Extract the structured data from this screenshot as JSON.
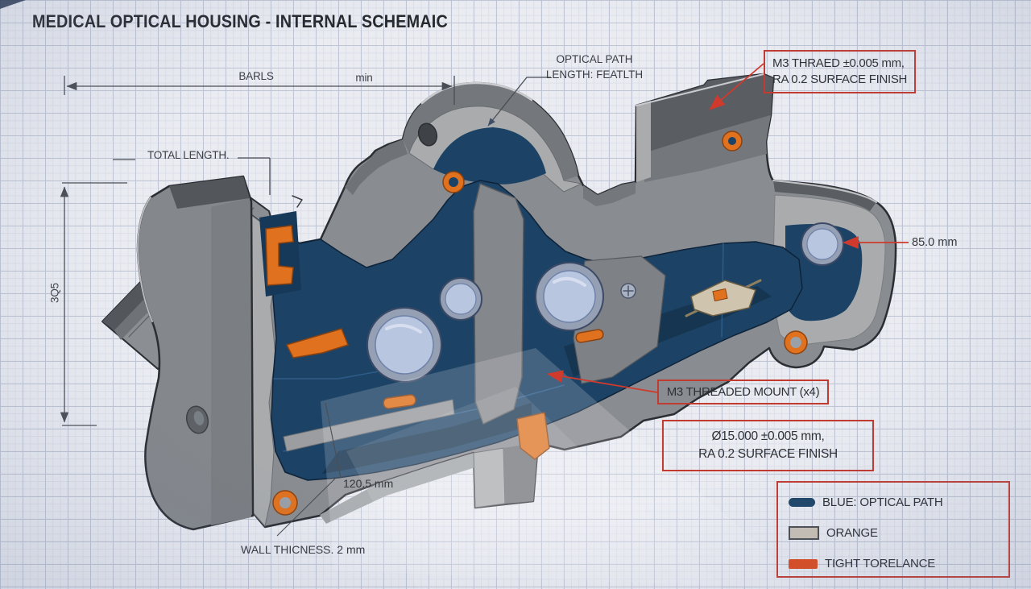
{
  "header": {
    "title": "MEDICAL OPTICAL HOUSING - INTERNAL SCHEMAIC"
  },
  "dims": {
    "top_left": "BARLS",
    "top_right": "min",
    "total_length": "TOTAL LENGTH.",
    "height": "3Q5",
    "bore": "85.0 mm",
    "length": "120.5 mm",
    "wall": "WALL THICNESS. 2 mm"
  },
  "callouts": {
    "optical1": "OPTICAL PATH",
    "optical2": "LENGTH: FEATLTH",
    "thread1": "M3 THRAED ±0.005 mm,",
    "thread2": "RA 0.2 SURFACE FINISH",
    "mount": "M3 THREADED MOUNT (x4)",
    "bore1": "Ø15.000 ±0.005 mm,",
    "bore2": "RA 0.2 SURFACE FINISH"
  },
  "legend": {
    "items": [
      {
        "label": "BLUE: OPTICAL PATH",
        "swatch_color": "#1e4568"
      },
      {
        "label": "ORANGE",
        "swatch_color": "#cac1b5"
      },
      {
        "label": "TIGHT TORELANCE",
        "swatch_color": "#dd4a1d"
      }
    ]
  },
  "colors": {
    "callout_red": "#c13b31",
    "leader_red": "#cf3a2d",
    "housing_gray": "#898c90",
    "optical_blue": "#1c4365",
    "tolerance_orange": "#e0721f",
    "paper": "#eaecf2"
  }
}
